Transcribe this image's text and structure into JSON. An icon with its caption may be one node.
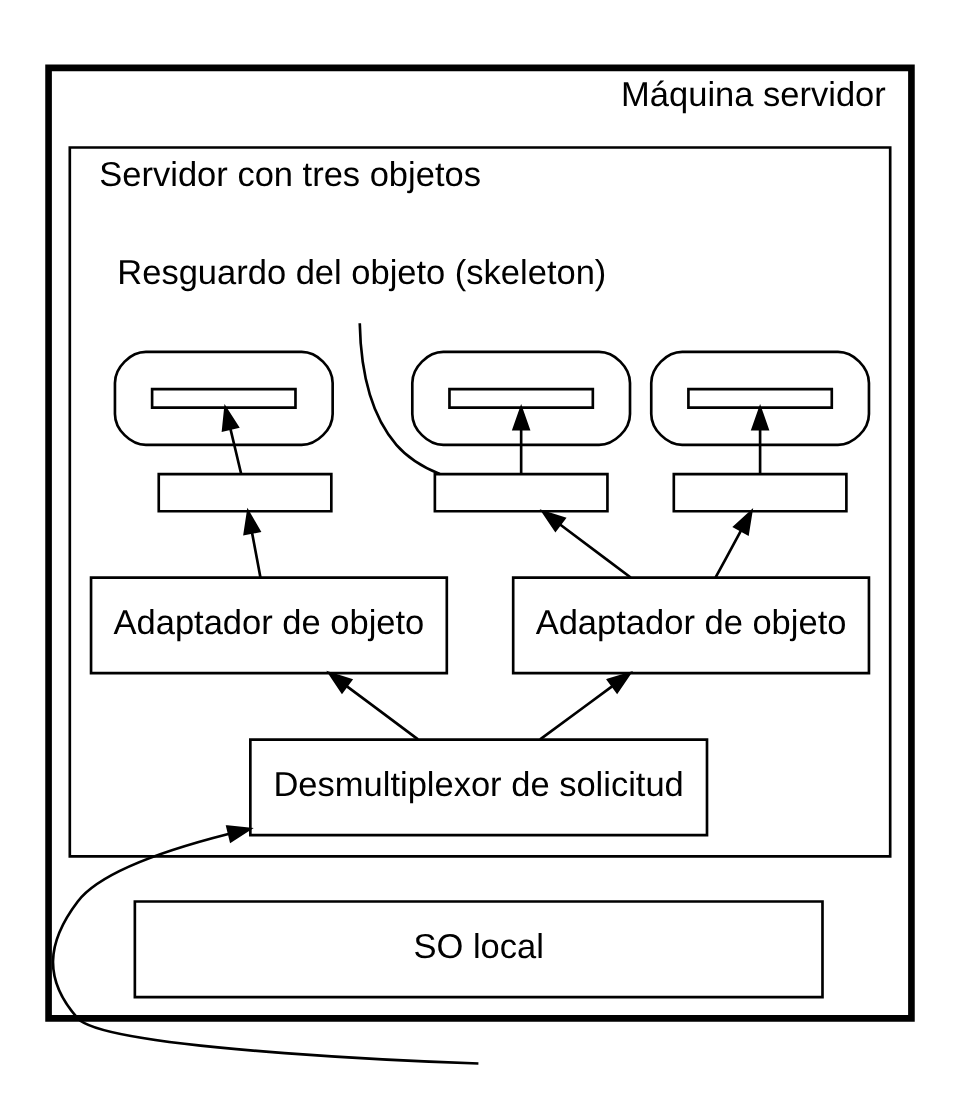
{
  "diagram": {
    "nodes": [
      {
        "text": [
          "Máquina servidor"
        ]
      },
      {
        "text": [
          "Servidor con tres objetos"
        ],
        "in": 0
      },
      {
        "text": [
          "Resguardo del objeto (skeleton)"
        ],
        "in": 1
      },
      {
        "text": [],
        "shape": "box",
        "in": 1
      },
      {
        "text": [],
        "shape": "bar",
        "in": 3
      },
      {
        "text": [],
        "shape": "box",
        "in": 1
      },
      {
        "text": [],
        "shape": "bar",
        "in": 5
      },
      {
        "text": [],
        "shape": "box",
        "in": 1
      },
      {
        "text": [],
        "shape": "bar",
        "in": 7
      },
      {
        "text": [],
        "shape": "box",
        "in": 1
      },
      {
        "text": [],
        "shape": "box",
        "in": 1
      },
      {
        "text": [],
        "shape": "box",
        "in": 1
      },
      {
        "text": [
          "Adaptador de objeto"
        ],
        "in": 1
      },
      {
        "text": [
          "Adaptador de objeto"
        ],
        "in": 1
      },
      {
        "text": [
          "Desmultiplexor de solicitud"
        ],
        "in": 1
      },
      {
        "text": [
          "SO local"
        ],
        "in": 0
      }
    ],
    "edges": [
      {
        "from": null,
        "to": 14,
        "arrow": "to"
      },
      {
        "from": 14,
        "to": 12,
        "arrow": "to"
      },
      {
        "from": 14,
        "to": 13,
        "arrow": "to"
      },
      {
        "from": 12,
        "to": 9,
        "arrow": "to"
      },
      {
        "from": 13,
        "to": 11,
        "arrow": "to"
      },
      {
        "from": 13,
        "to": 10,
        "arrow": "to"
      },
      {
        "from": 9,
        "to": 4,
        "arrow": "to"
      },
      {
        "from": 11,
        "to": 8,
        "arrow": "to"
      },
      {
        "from": 10,
        "to": 6,
        "arrow": "to"
      },
      {
        "from": 2,
        "to": 10,
        "arrow": "none"
      }
    ]
  }
}
